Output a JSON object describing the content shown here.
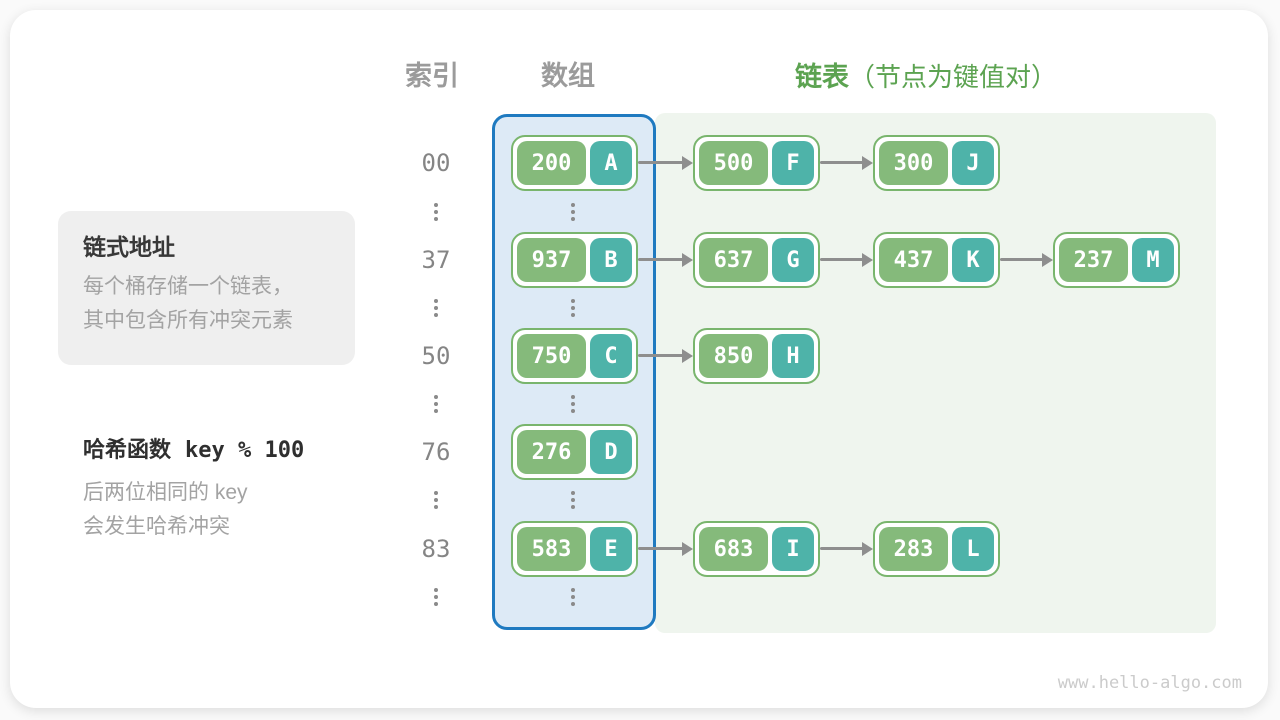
{
  "header": {
    "index_label": "索引",
    "array_label": "数组",
    "list_label": "链表",
    "list_note": "（节点为键值对）"
  },
  "info_box": {
    "title": "链式地址",
    "lines": [
      "每个桶存储一个链表，",
      "其中包含所有冲突元素"
    ]
  },
  "hash_note": {
    "title": "哈希函数",
    "formula": "key % 100",
    "lines": [
      "后两位相同的 key",
      "会发生哈希冲突"
    ]
  },
  "rows": [
    {
      "index": "00",
      "chain": [
        {
          "key": "200",
          "value": "A"
        },
        {
          "key": "500",
          "value": "F"
        },
        {
          "key": "300",
          "value": "J"
        }
      ]
    },
    {
      "index": "37",
      "chain": [
        {
          "key": "937",
          "value": "B"
        },
        {
          "key": "637",
          "value": "G"
        },
        {
          "key": "437",
          "value": "K"
        },
        {
          "key": "237",
          "value": "M"
        }
      ]
    },
    {
      "index": "50",
      "chain": [
        {
          "key": "750",
          "value": "C"
        },
        {
          "key": "850",
          "value": "H"
        }
      ]
    },
    {
      "index": "76",
      "chain": [
        {
          "key": "276",
          "value": "D"
        }
      ]
    },
    {
      "index": "83",
      "chain": [
        {
          "key": "583",
          "value": "E"
        },
        {
          "key": "683",
          "value": "I"
        },
        {
          "key": "283",
          "value": "L"
        }
      ]
    }
  ],
  "watermark": "www.hello-algo.com",
  "colors": {
    "header_gray": "#9b9b9b",
    "header_green": "#5ca351",
    "info_box_bg": "#efefef",
    "array_region_border": "#1f7ac0",
    "array_region_bg": "#ddeaf6",
    "list_region_bg": "#eff5ee",
    "node_border": "#79b56d",
    "key_cell_bg": "#85ba7b",
    "value_cell_bg": "#4eb3a9",
    "arrow_gray": "#8e8e8e",
    "text_gray": "#a3a3a3",
    "text_dark": "#2f2f2f"
  }
}
